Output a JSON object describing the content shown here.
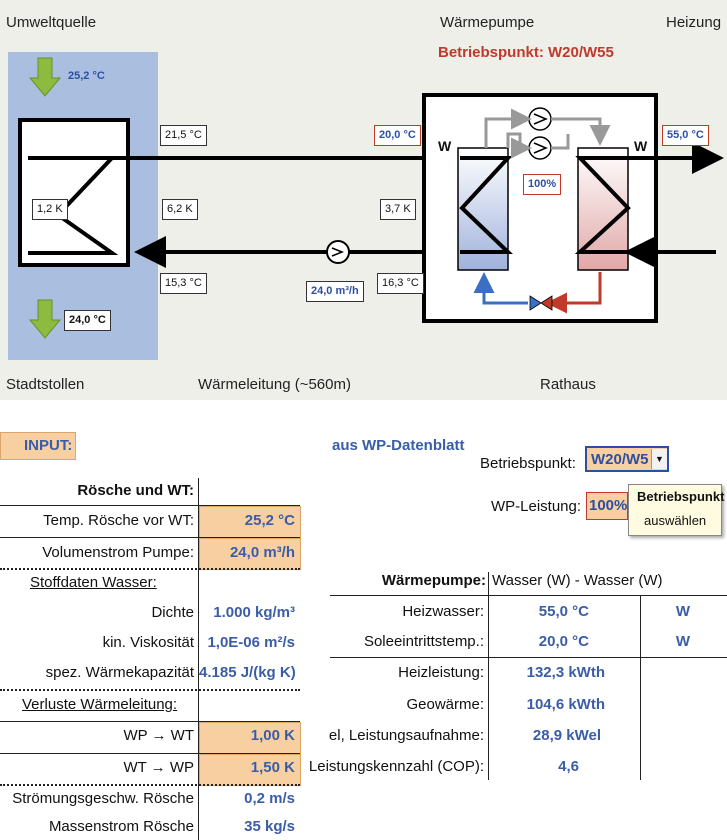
{
  "diagram": {
    "header": {
      "left": "Umweltquelle",
      "center": "Wärmepumpe",
      "right": "Heizung",
      "operating_point": "Betriebspunkt: W20/W55"
    },
    "footer": {
      "left": "Stadtstollen",
      "center": "Wärmeleitung (~560m)",
      "right": "Rathaus"
    },
    "source_top_temp": "25,2 °C",
    "source_bottom_temp": "24,0 °C",
    "hx_dt": "1,2 K",
    "supply_left_temp": "21,5 °C",
    "supply_dt": "6,2 K",
    "return_left_temp": "15,3 °C",
    "pump_flow": "24,0 m³/h",
    "wp_in_temp": "20,0 °C",
    "wp_dt": "3,7 K",
    "wp_return_temp": "16,3 °C",
    "heating_out_temp": "55,0 °C",
    "compressor_load": "100%",
    "w_left": "W",
    "w_right": "W",
    "colors": {
      "diagram_bg": "#efefe9",
      "source_bg": "#aabfe0",
      "arrow_green": "#8dbb3f",
      "accent_red": "#c0392b",
      "value_blue": "#2c4fa3"
    }
  },
  "sheet": {
    "input_label": "INPUT:",
    "datasheet_note": "aus WP-Datenblatt",
    "betriebspunkt_label": "Betriebspunkt:",
    "betriebspunkt_value": "W20/W5",
    "wp_leistung_label": "WP-Leistung:",
    "wp_leistung_value": "100%",
    "tooltip_title": "Betriebspunkt",
    "tooltip_text": "auswählen",
    "left_table": {
      "title": "Rösche und WT:",
      "rows": [
        {
          "label": "Temp. Rösche vor WT:",
          "value": "25,2 °C"
        },
        {
          "label": "Volumenstrom Pumpe:",
          "value": "24,0 m³/h"
        }
      ],
      "stoff_header": "Stoffdaten Wasser:",
      "stoff_rows": [
        {
          "label": "Dichte",
          "value": "1.000 kg/m³"
        },
        {
          "label": "kin. Viskosität",
          "value": "1,0E-06 m²/s"
        },
        {
          "label": "spez. Wärmekapazität",
          "value": "4.185 J/(kg K)"
        }
      ],
      "verluste_header": "Verluste Wärmeleitung:",
      "verluste_rows": [
        {
          "label": "WP → WT",
          "value": "1,00 K"
        },
        {
          "label": "WT → WP",
          "value": "1,50 K"
        }
      ],
      "extra_rows": [
        {
          "label": "Strömungsgeschw. Rösche",
          "value": "0,2 m/s"
        },
        {
          "label": "Massenstrom Rösche",
          "value": "35 kg/s"
        }
      ]
    },
    "right_table": {
      "title": "Wärmepumpe:",
      "title_value": "Wasser (W) - Wasser (W)",
      "rows": [
        {
          "label": "Heizwasser:",
          "value": "55,0 °C",
          "unit": "W"
        },
        {
          "label": "Soleeintrittstemp.:",
          "value": "20,0 °C",
          "unit": "W"
        },
        {
          "label": "Heizleistung:",
          "value": "132,3 kWth"
        },
        {
          "label": "Geowärme:",
          "value": "104,6 kWth"
        },
        {
          "label": "el, Leistungsaufnahme:",
          "value": "28,9 kWel"
        },
        {
          "label": "Leistungskennzahl (COP):",
          "value": "4,6"
        }
      ]
    }
  }
}
